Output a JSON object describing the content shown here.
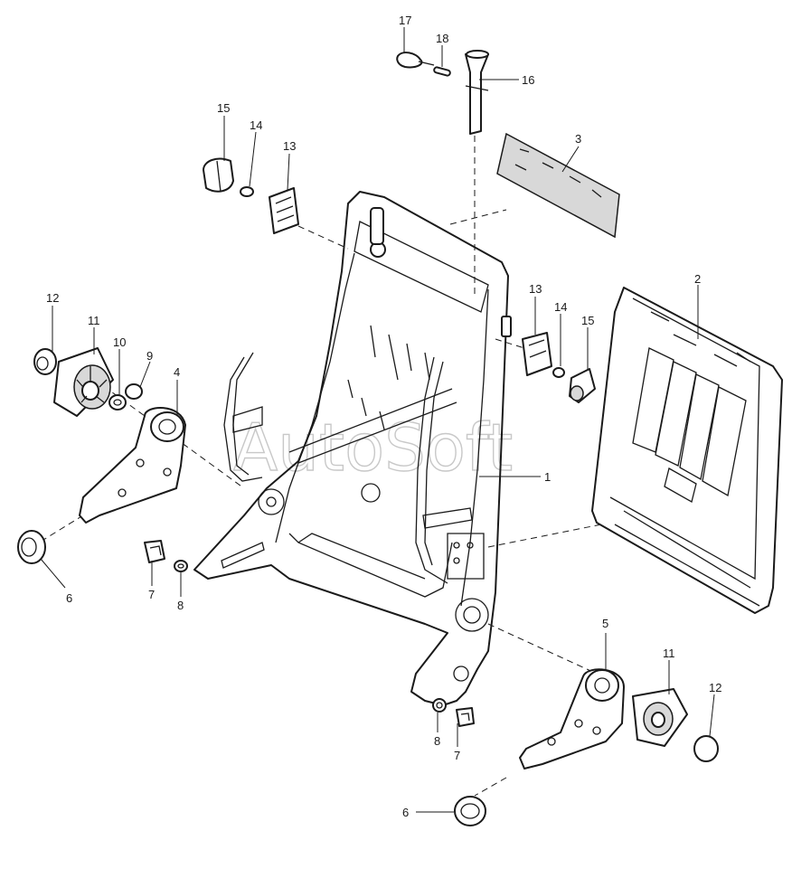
{
  "watermark": "AutoSoft",
  "callouts": [
    {
      "id": "c17",
      "text": "17"
    },
    {
      "id": "c18",
      "text": "18"
    },
    {
      "id": "c16",
      "text": "16"
    },
    {
      "id": "c3",
      "text": "3"
    },
    {
      "id": "c15a",
      "text": "15"
    },
    {
      "id": "c14a",
      "text": "14"
    },
    {
      "id": "c13a",
      "text": "13"
    },
    {
      "id": "c12a",
      "text": "12"
    },
    {
      "id": "c11a",
      "text": "11"
    },
    {
      "id": "c10",
      "text": "10"
    },
    {
      "id": "c9",
      "text": "9"
    },
    {
      "id": "c4",
      "text": "4"
    },
    {
      "id": "c2",
      "text": "2"
    },
    {
      "id": "c13b",
      "text": "13"
    },
    {
      "id": "c14b",
      "text": "14"
    },
    {
      "id": "c15b",
      "text": "15"
    },
    {
      "id": "c1",
      "text": "1"
    },
    {
      "id": "c6a",
      "text": "6"
    },
    {
      "id": "c7a",
      "text": "7"
    },
    {
      "id": "c8a",
      "text": "8"
    },
    {
      "id": "c5",
      "text": "5"
    },
    {
      "id": "c11b",
      "text": "11"
    },
    {
      "id": "c12b",
      "text": "12"
    },
    {
      "id": "c8b",
      "text": "8"
    },
    {
      "id": "c7b",
      "text": "7"
    },
    {
      "id": "c6b",
      "text": "6"
    }
  ]
}
